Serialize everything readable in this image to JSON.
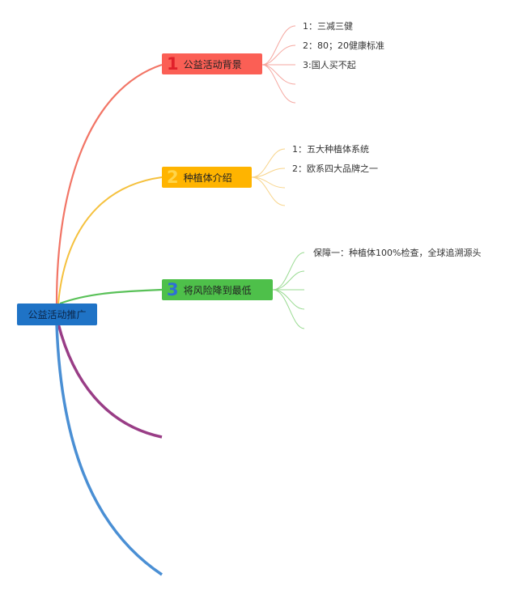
{
  "colors": {
    "root": "#1f73c6",
    "branch1": "#fb5f55",
    "branch2": "#ffb400",
    "branch3": "#4ec04a",
    "branch4": "#9b3f8a",
    "branch5": "#4a8fd4"
  },
  "root": {
    "label": "公益活动推广"
  },
  "branches": [
    {
      "number": "1",
      "label": "公益活动背景",
      "leaves": [
        "1：三减三健",
        "2：80；20健康标准",
        "3:国人买不起"
      ]
    },
    {
      "number": "2",
      "label": "种植体介绍",
      "leaves": [
        "1：五大种植体系统",
        "2：欧系四大品牌之一"
      ]
    },
    {
      "number": "3",
      "label": "将风险降到最低",
      "leaves": [
        "保障一：种植体100%检查，全球追溯源头"
      ]
    }
  ]
}
